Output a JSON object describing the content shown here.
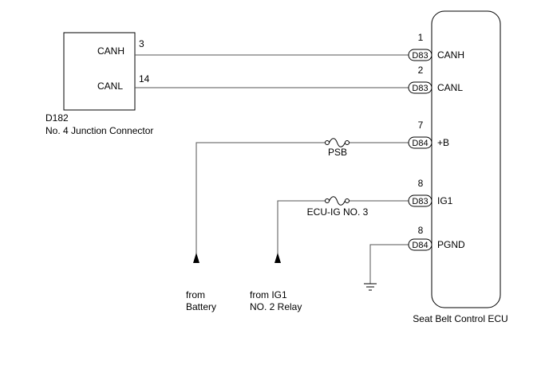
{
  "junction": {
    "id": "D182",
    "name": "No. 4 Junction Connector",
    "pins": [
      {
        "label": "CANH",
        "num": "3"
      },
      {
        "label": "CANL",
        "num": "14"
      }
    ]
  },
  "ecu": {
    "name": "Seat Belt Control ECU",
    "pins": [
      {
        "num": "1",
        "connector": "D83",
        "label": "CANH"
      },
      {
        "num": "2",
        "connector": "D83",
        "label": "CANL"
      },
      {
        "num": "7",
        "connector": "D84",
        "label": "+B"
      },
      {
        "num": "8",
        "connector": "D83",
        "label": "IG1"
      },
      {
        "num": "8",
        "connector": "D84",
        "label": "PGND"
      }
    ]
  },
  "fuses": [
    {
      "label": "PSB"
    },
    {
      "label": "ECU-IG NO. 3"
    }
  ],
  "sources": [
    {
      "line1": "from",
      "line2": "Battery"
    },
    {
      "line1": "from IG1",
      "line2": "NO. 2 Relay"
    }
  ]
}
